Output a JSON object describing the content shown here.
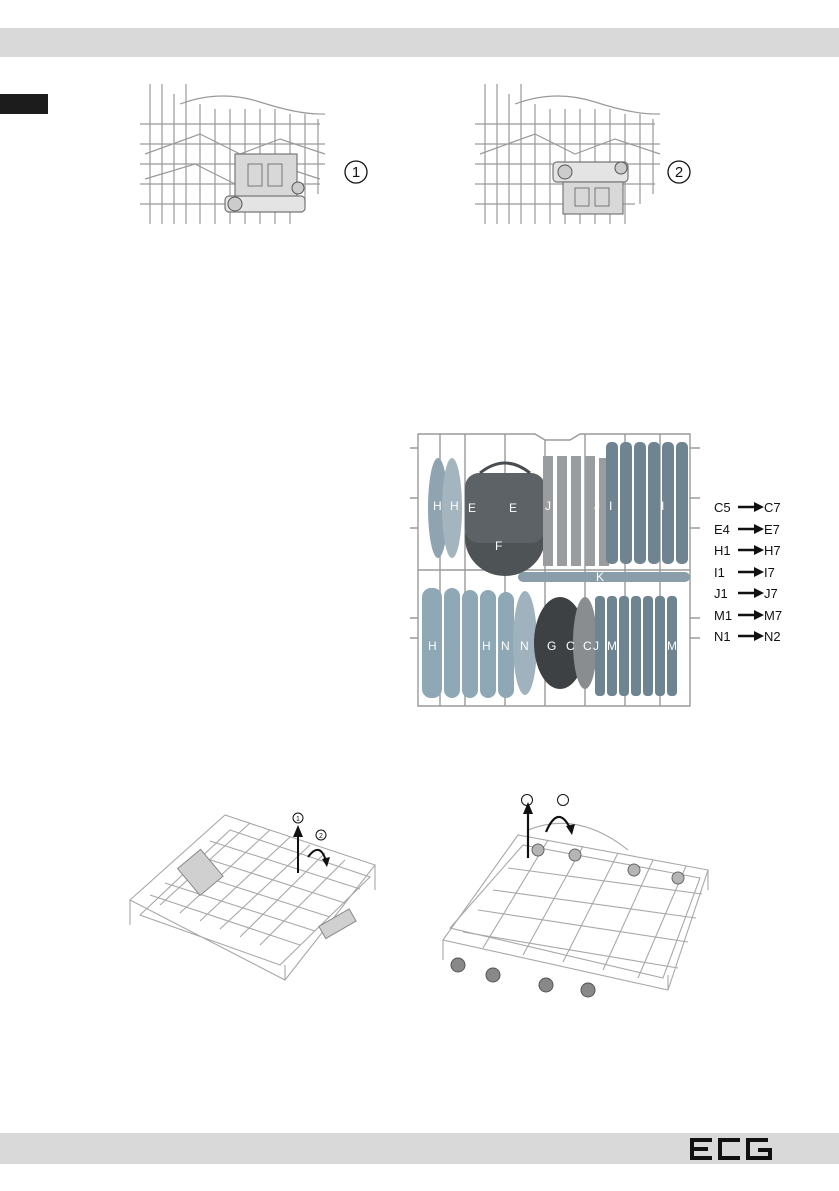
{
  "figure_top": {
    "step_1": "1",
    "step_2": "2"
  },
  "loading_diagram": {
    "upper_labels": [
      "H",
      "H",
      "E",
      "E",
      "F",
      "J",
      "J",
      "I",
      "I",
      "K"
    ],
    "lower_labels": [
      "H",
      "H",
      "N",
      "N",
      "G",
      "C",
      "C",
      "J",
      "M",
      "M"
    ],
    "legend": [
      {
        "from": "C5",
        "to": "C7"
      },
      {
        "from": "E4",
        "to": "E7"
      },
      {
        "from": "H1",
        "to": "H7"
      },
      {
        "from": "I1",
        "to": "I7"
      },
      {
        "from": "J1",
        "to": "J7"
      },
      {
        "from": "M1",
        "to": "M7"
      },
      {
        "from": "N1",
        "to": "N2"
      }
    ]
  },
  "figure_bottom": {
    "left_step_1": "1",
    "left_step_2": "2"
  },
  "brand": {
    "logo_text": "ECG"
  }
}
